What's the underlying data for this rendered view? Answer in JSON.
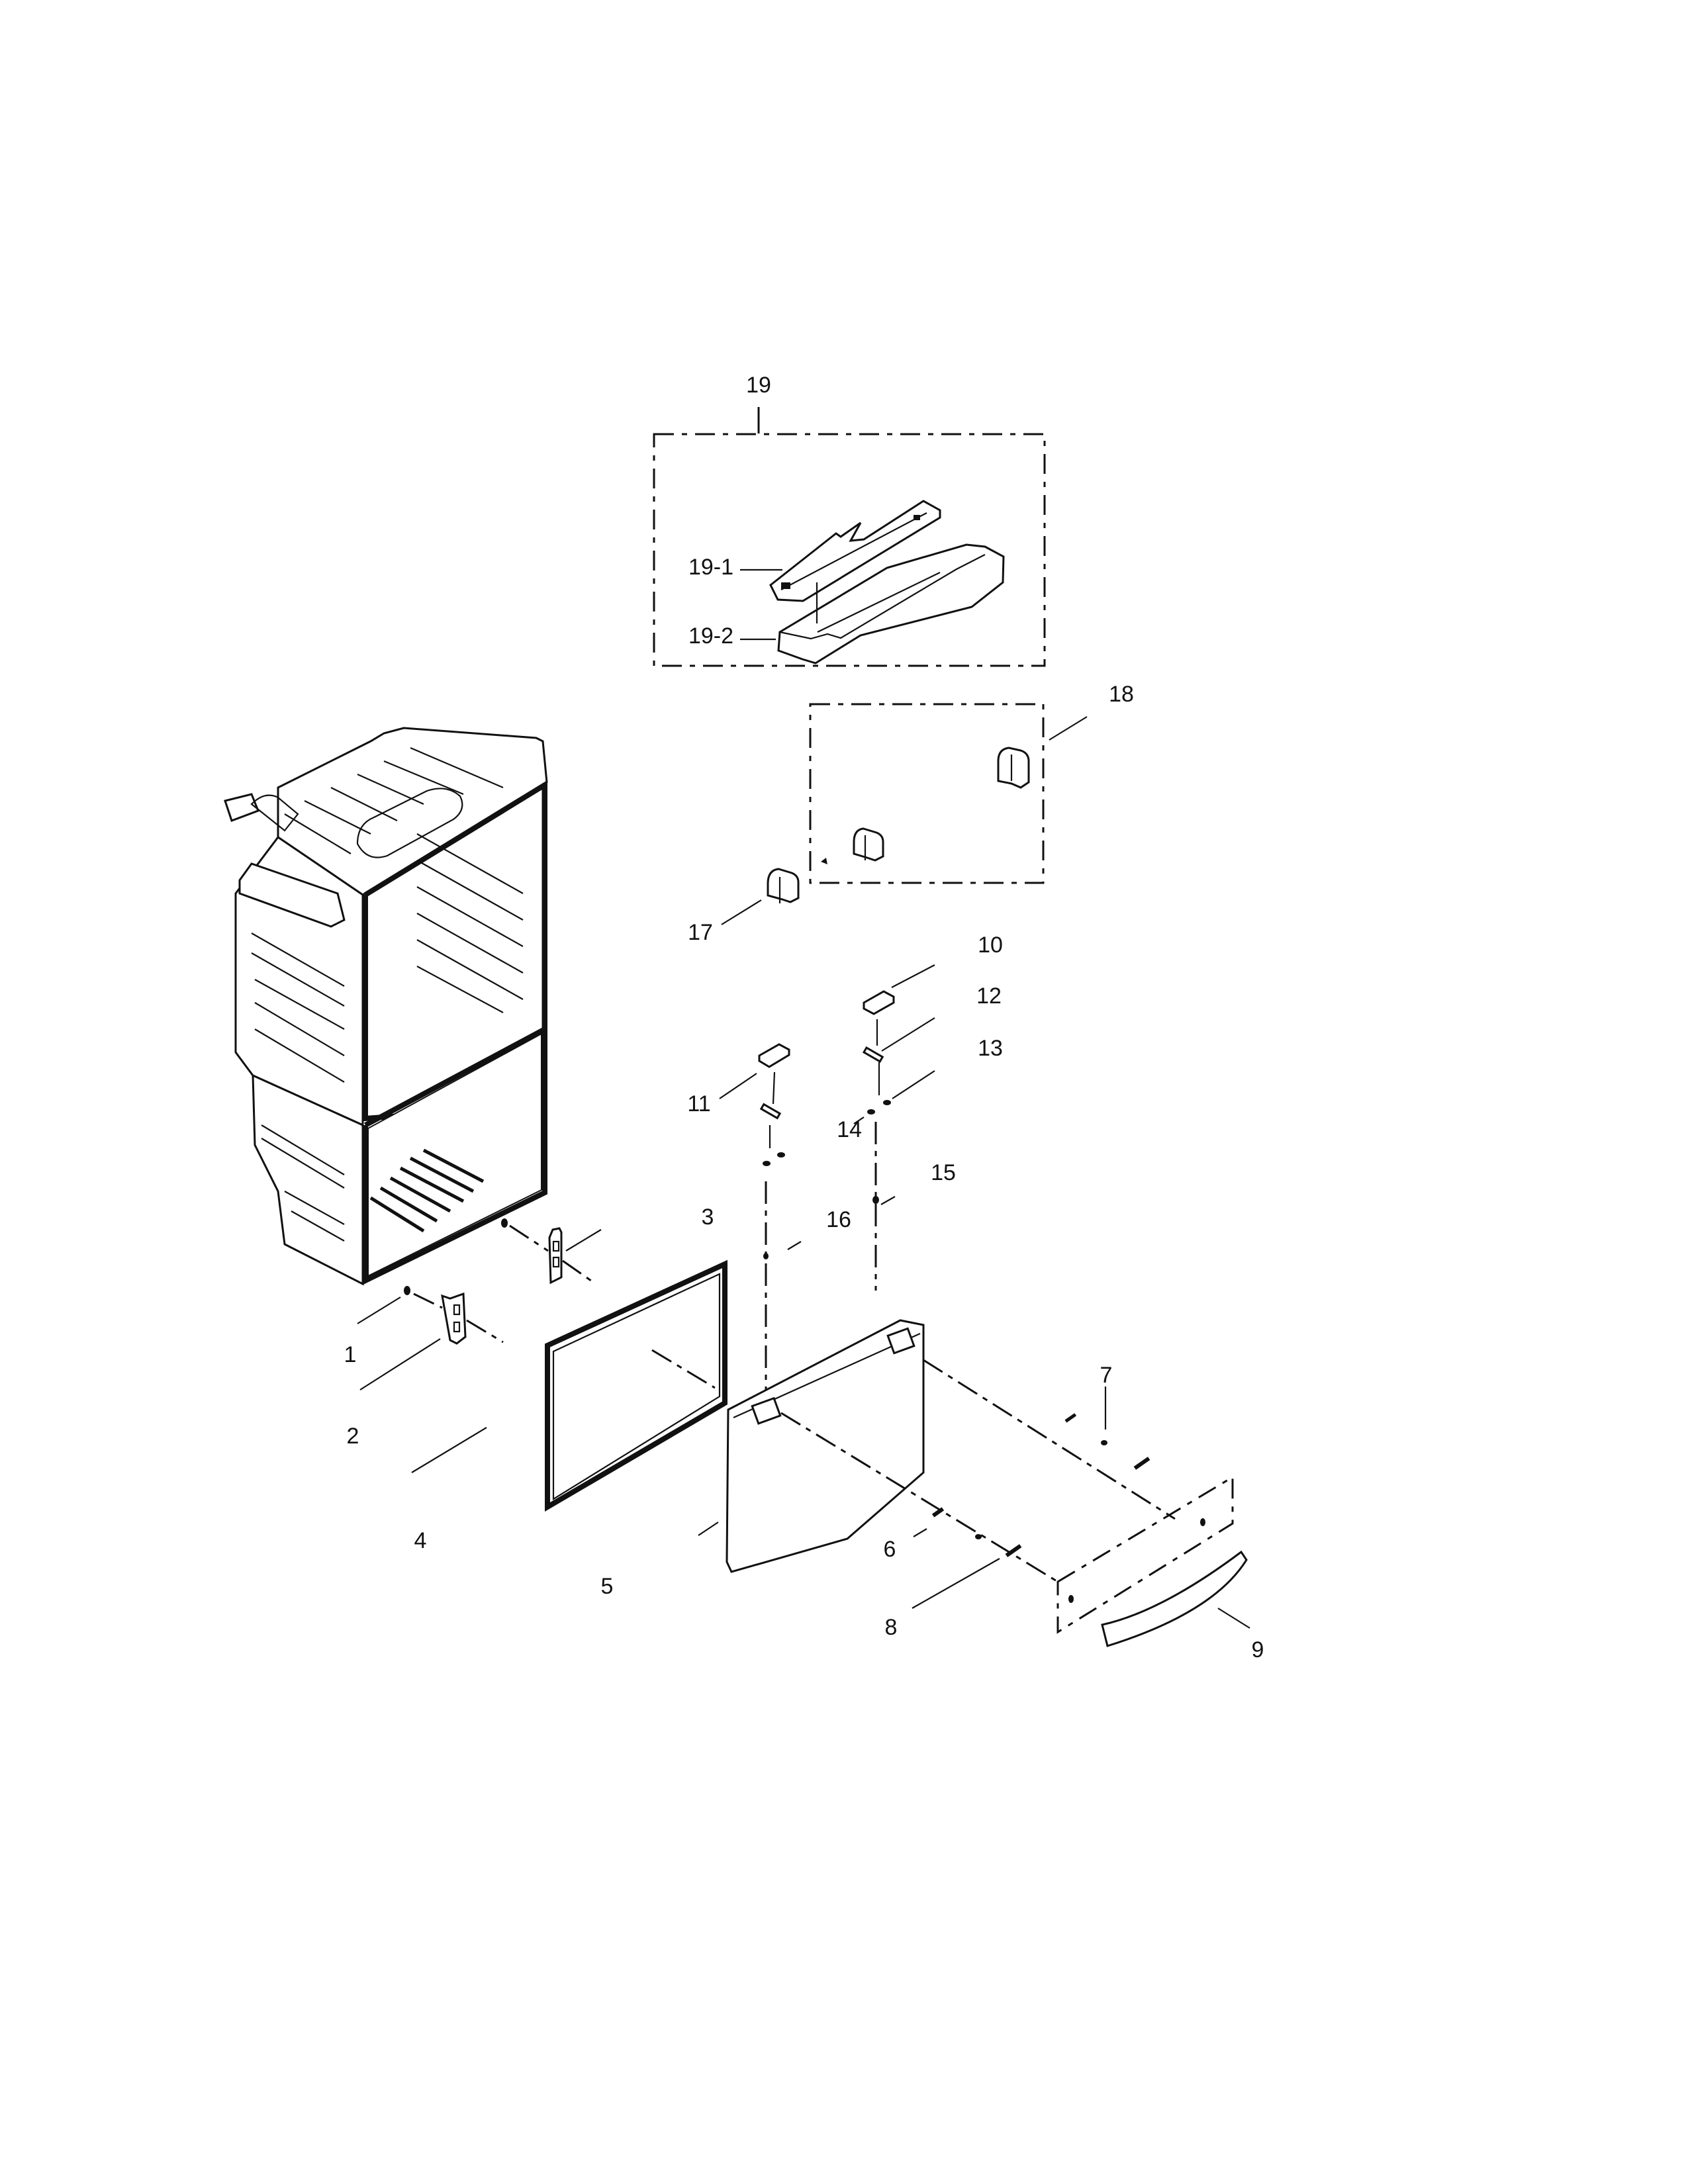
{
  "diagram": {
    "type": "exploded-parts-diagram",
    "subject": "refrigerator freezer drawer and cabinet assembly",
    "callouts": [
      {
        "id": "1",
        "label": "1"
      },
      {
        "id": "2",
        "label": "2"
      },
      {
        "id": "3",
        "label": "3"
      },
      {
        "id": "4",
        "label": "4"
      },
      {
        "id": "5",
        "label": "5"
      },
      {
        "id": "6",
        "label": "6"
      },
      {
        "id": "7",
        "label": "7"
      },
      {
        "id": "8",
        "label": "8"
      },
      {
        "id": "9",
        "label": "9"
      },
      {
        "id": "10",
        "label": "10"
      },
      {
        "id": "11",
        "label": "11"
      },
      {
        "id": "12",
        "label": "12"
      },
      {
        "id": "13",
        "label": "13"
      },
      {
        "id": "14",
        "label": "14"
      },
      {
        "id": "15",
        "label": "15"
      },
      {
        "id": "16",
        "label": "16"
      },
      {
        "id": "17",
        "label": "17"
      },
      {
        "id": "18",
        "label": "18"
      },
      {
        "id": "19",
        "label": "19"
      },
      {
        "id": "19-1",
        "label": "19-1"
      },
      {
        "id": "19-2",
        "label": "19-2"
      }
    ],
    "groups": [
      {
        "id": "group-19",
        "label": "19",
        "contains": [
          "19-1",
          "19-2"
        ]
      },
      {
        "id": "group-18",
        "label": "18",
        "contains": [
          "hinge-clips"
        ]
      }
    ],
    "colors": {
      "ink": "#111111",
      "paper": "#ffffff"
    }
  }
}
